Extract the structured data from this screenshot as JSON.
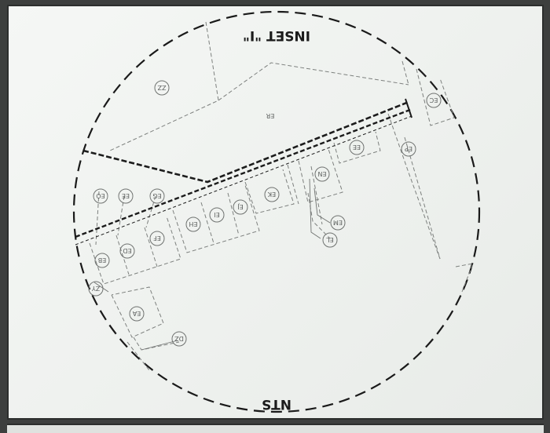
{
  "inset_title": "INSET \"I\"",
  "scale_note": "NTS",
  "lot_labels": {
    "ZZ": "ZZ",
    "ER": "ER",
    "EC": "EC",
    "EP": "EP",
    "EE": "EE",
    "EN": "EN",
    "EK": "EK",
    "EJ": "EJ",
    "EI": "EI",
    "EH": "EH",
    "EG": "EG",
    "EF": "EF",
    "ED": "ED",
    "EB": "EB",
    "EA": "EA",
    "ZY": "ZY",
    "DZ": "DZ",
    "EM": "EM",
    "EL": "EL",
    "EO": "EO"
  }
}
